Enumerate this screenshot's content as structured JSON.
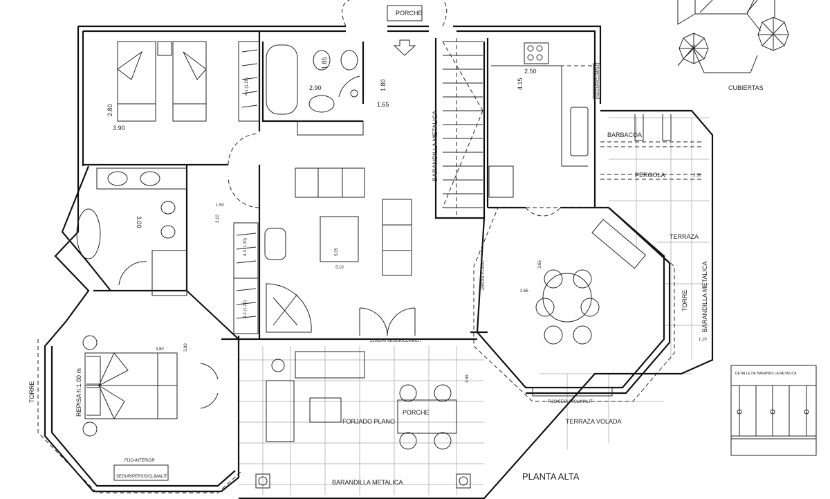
{
  "title": "PLANTA ALTA",
  "labels": {
    "porche_top": "PORCHE",
    "cubiertas": "CUBIERTAS",
    "barbacoa": "BARBACOA",
    "pergola": "PERGOLA",
    "pergola_dim": "2.36",
    "terraza": "TERRAZA",
    "barandilla_right": "BARANDILLA METALICA",
    "torre_right": "TORRE",
    "dim_110": "1.10",
    "terraza_volada": "TERRAZA VOLADA",
    "barandilla_bottom": "BARANDILLA METALICA",
    "porche_low": "PORCHE",
    "forjado": "FORJADO PLANO",
    "torre_left": "TORRE",
    "repisa": "REPISA h:1.00 m",
    "barandilla_stairs": "BARANDILLA METALICA",
    "jardin": "JARDIN PLANO",
    "detalle": "DETALLE DE BARANDILLA METALICA"
  },
  "dimensions": {
    "bed1_w": "3.90",
    "bed1_h": "2.80",
    "closet1": "4-1 (1.20)",
    "bath_h": "1.85",
    "bath_w": "2.90",
    "hall_h": "1.80",
    "hall_w": "1.65",
    "kitchen_w": "2.50",
    "kitchen_h": "4.15",
    "mbath": "3.00",
    "hall2_w": "1.50",
    "hall2_h": "3.10",
    "closet3": "4-3 (1.20)",
    "closet2": "4-2 (1.20)",
    "living_h": "5.05",
    "living_w": "5.10",
    "dining_h": "3.65",
    "dining_w": "3.65",
    "bed2_w": "3.80",
    "bed2_h": "3.80",
    "porch_dim": "3.55"
  },
  "windows": {
    "porch_door": "210x200 SEGUR/CLIMALIT",
    "dining_window": "FIJO/SEGUR/CLIMALIT",
    "kitchen_window": "SEGUR/CLIMALIT",
    "bed2_window_a": "FIJO-INTERIOR",
    "bed2_window_b": "SEGUR/PERSIS/CLIMALIT"
  },
  "colors": {
    "line": "#111111",
    "tile": "#bbbbbb",
    "background": "#ffffff"
  }
}
